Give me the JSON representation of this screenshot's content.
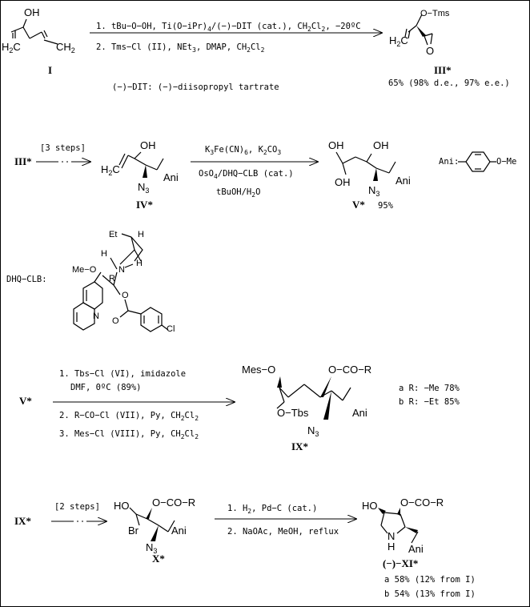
{
  "compounds": {
    "I": "I",
    "III": "III*",
    "IV": "IV*",
    "V": "V*",
    "IX": "IX*",
    "X": "X*",
    "XI": "(−)−XI*"
  },
  "row1": {
    "step1": "1. tBu−O−OH,  Ti(O−iPr)",
    "step1_sub": "4",
    "step1_rest": "/(−)−DIT (cat.), CH",
    "step1_sub2": "2",
    "step1_cl": "Cl",
    "step1_sub3": "2",
    "step1_temp": ", −20ºC",
    "step2": "2. Tms−Cl  (II), NEt",
    "step2_sub": "3",
    "step2_rest": ", DMAP,   CH",
    "step2_sub2": "2",
    "step2_cl": "Cl",
    "step2_sub3": "2",
    "note": "(−)−DIT: (−)−diisopropyl tartrate",
    "yield": "65% (98% d.e., 97% e.e.)",
    "otms": "O−Tms"
  },
  "row2": {
    "steps": "[3 steps]",
    "reagent1": "K",
    "reagent1_sub": "3",
    "reagent1_b": "Fe(CN)",
    "reagent1_sub2": "6",
    "reagent1_c": ", K",
    "reagent1_sub3": "2",
    "reagent1_d": "CO",
    "reagent1_sub4": "3",
    "reagent2": "OsO",
    "reagent2_sub": "4",
    "reagent2_b": "/DHQ−CLB (cat.)",
    "reagent3": "tBuOH/H",
    "reagent3_sub": "2",
    "reagent3_b": "O",
    "yield": "95%",
    "ani_def": "Ani:",
    "ani_ome": "O−Me"
  },
  "dhq": {
    "label": "DHQ−CLB:",
    "et": "Et",
    "h": "H",
    "n": "N",
    "r": "R",
    "meo": "Me−O",
    "o": "O",
    "cl": "Cl"
  },
  "row4": {
    "step1": "1. Tbs−Cl  (VI), imidazole",
    "step1b": "DMF,   0ºC (89%)",
    "step2": "2. R−CO−Cl  (VII), Py, CH",
    "step2_sub": "2",
    "step2_cl": "Cl",
    "step2_sub2": "2",
    "step3": "3. Mes−Cl  (VIII), Py, CH",
    "step3_sub": "2",
    "step3_cl": "Cl",
    "step3_sub2": "2",
    "mes": "Mes−O",
    "ocor": "O−CO−R",
    "otbs": "O−Tbs",
    "n3": "N",
    "n3_sub": "3",
    "ani": "Ani",
    "ya": "a R: −Me   78%",
    "yb": "b R: −Et   85%"
  },
  "row5": {
    "steps": "[2 steps]",
    "ho": "HO",
    "br": "Br",
    "step1": "1. H",
    "step1_sub": "2",
    "step1_rest": ",   Pd−C (cat.)",
    "step2": "2. NaOAc,  MeOH,   reflux",
    "nh": "N",
    "h": "H",
    "ya": "a 58% (12% from I)",
    "yb": "b 54% (13% from I)"
  },
  "atoms": {
    "oh": "OH",
    "h2c": "H",
    "h2c_sub": "2",
    "h2c_c": "C",
    "ch2": "CH",
    "ch2_sub": "2",
    "o": "O",
    "n3": "N",
    "n3_sub": "3",
    "ani": "Ani"
  }
}
